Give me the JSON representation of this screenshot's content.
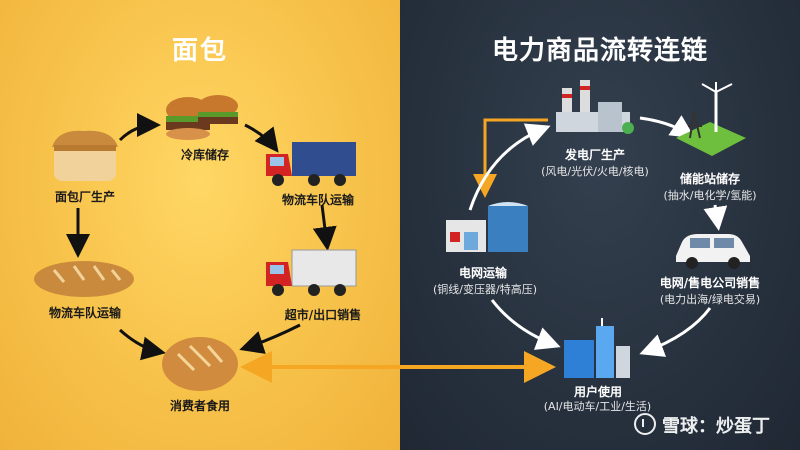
{
  "left": {
    "title": "面包",
    "nodes": {
      "factory": "面包厂生产",
      "cold_storage": "冷库储存",
      "truck_top": "物流车队运输",
      "truck_left": "物流车队运输",
      "supermarket": "超市/出口销售",
      "consumer": "消费者食用"
    }
  },
  "right": {
    "title": "电力商品流转连链",
    "nodes": {
      "power_plant": {
        "label": "发电厂生产",
        "sub": "(风电/光伏/火电/核电)"
      },
      "storage": {
        "label": "储能站储存",
        "sub": "(抽水/电化学/氢能)"
      },
      "sales": {
        "label": "电网/售电公司销售",
        "sub": "(电力出海/绿电交易)"
      },
      "transmission": {
        "label": "电网运输",
        "sub": "(铜线/变压器/特高压)"
      },
      "end_use": {
        "label": "用户使用",
        "sub": "(AI/电动车/工业/生活)"
      }
    }
  },
  "watermark": "雪球：炒蛋丁"
}
